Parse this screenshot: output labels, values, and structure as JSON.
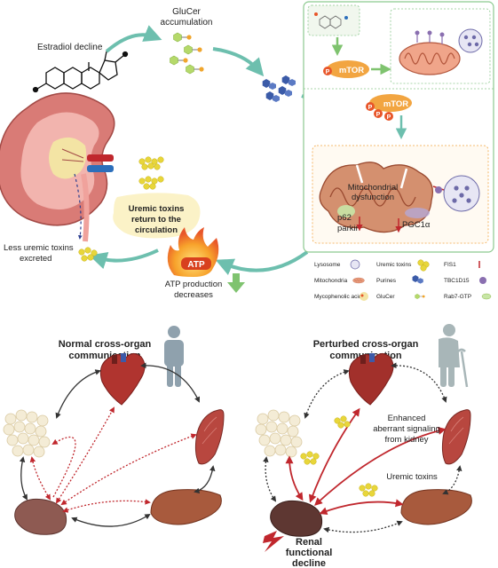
{
  "top": {
    "estradiol_label": "Estradiol decline",
    "glucer_label_1": "GluCer",
    "glucer_label_2": "accumulation",
    "mtor_label": "mTOR",
    "p_label": "P",
    "mito_label_1": "Mitochondrial",
    "mito_label_2": "dysfunction",
    "p62_label": "p62",
    "parkin_label": "parkin",
    "pgc_label": "PGC1α",
    "uremic_return_1": "Uremic toxins",
    "uremic_return_2": "return to the",
    "uremic_return_3": "circulation",
    "less_uremic_1": "Less uremic toxins",
    "less_uremic_2": "excreted",
    "atp_label": "ATP",
    "atp_prod_1": "ATP production",
    "atp_prod_2": "decreases"
  },
  "legend": {
    "items": [
      {
        "label": "Lysosome",
        "icon": "lysosome-icon"
      },
      {
        "label": "Uremic toxins",
        "icon": "uremic-toxins-icon"
      },
      {
        "label": "FIS1",
        "icon": "fis1-icon"
      },
      {
        "label": "Mitochondria",
        "icon": "mitochondria-icon"
      },
      {
        "label": "Purines",
        "icon": "purines-icon"
      },
      {
        "label": "TBC1D15",
        "icon": "tbc1d15-icon"
      },
      {
        "label": "Mycophenolic acid",
        "icon": "mycophenolic-acid-icon"
      },
      {
        "label": "GluCer",
        "icon": "glucer-icon"
      },
      {
        "label": "Rab7-GTP",
        "icon": "rab7-gtp-icon"
      }
    ]
  },
  "bottom": {
    "normal_title_1": "Normal cross-organ",
    "normal_title_2": "communication",
    "perturbed_title_1": "Perturbed cross-organ",
    "perturbed_title_2": "communication",
    "enhanced_1": "Enhanced",
    "enhanced_2": "aberrant signaling",
    "enhanced_3": "from kidney",
    "uremic_toxins": "Uremic toxins",
    "renal_1": "Renal",
    "renal_2": "functional",
    "renal_3": "decline"
  },
  "colors": {
    "teal_arrow": "#6dbfae",
    "mtor": "#f2a541",
    "phospho": "#e8562a",
    "red_signal": "#c0272d",
    "panel_border": "#8cc98f",
    "kidney": "#c9706b",
    "toxin": "#e8d63a"
  }
}
